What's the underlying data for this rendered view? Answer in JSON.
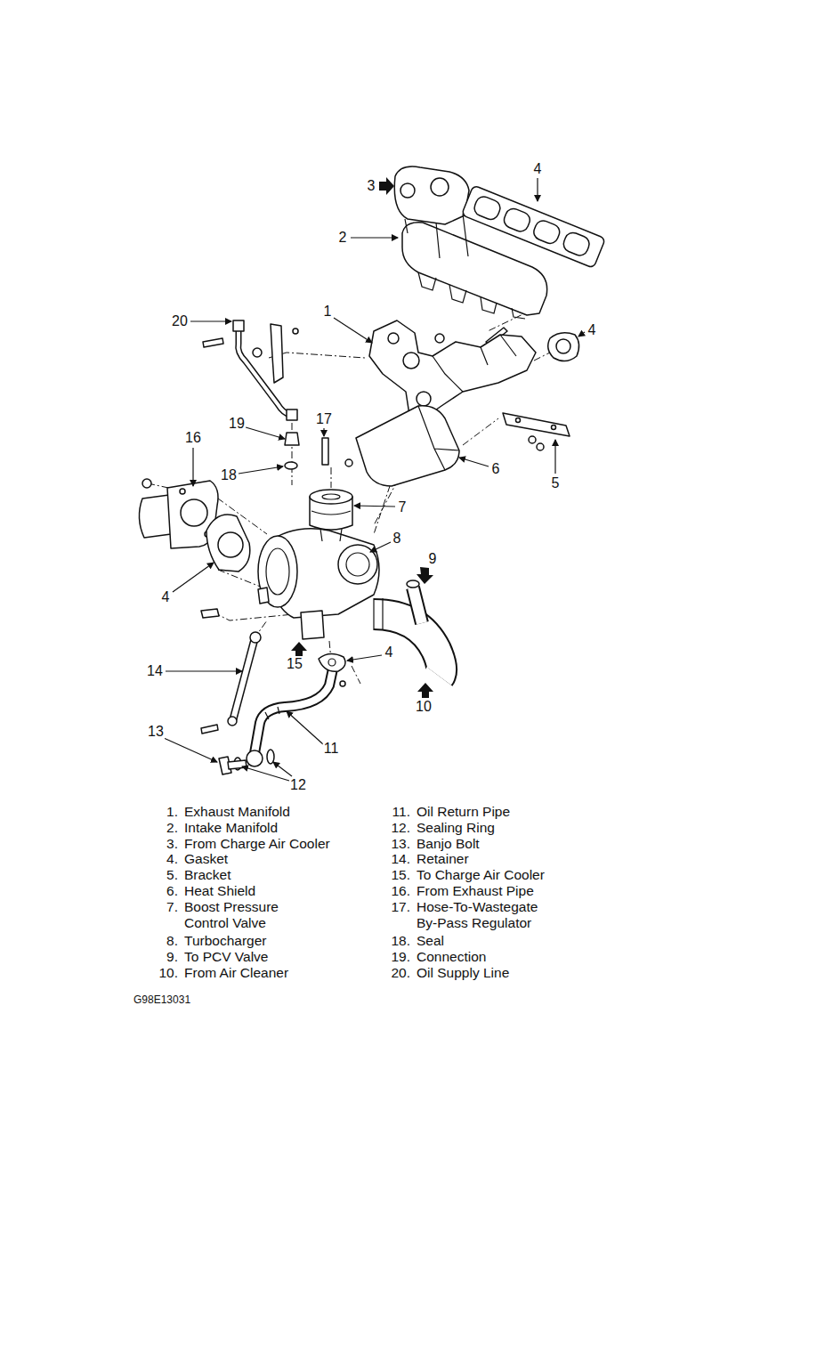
{
  "diagram": {
    "labels": [
      "4",
      "3",
      "2",
      "1",
      "20",
      "4",
      "17",
      "16",
      "19",
      "18",
      "6",
      "5",
      "7",
      "8",
      "9",
      "4",
      "15",
      "4",
      "14",
      "10",
      "13",
      "11",
      "12",
      "1.",
      "Exhaust Manifold",
      "2.",
      "Intake Manifold",
      "3.",
      "From Charge Air Cooler",
      "4.",
      "Gasket",
      "5.",
      "Bracket",
      "6.",
      "Heat Shield",
      "7.",
      "Boost Pressure Control Valve",
      "8.",
      "Turbocharger",
      "9.",
      "To PCV Valve",
      "10.",
      "From Air Cleaner",
      "11.",
      "Oil Return Pipe",
      "12.",
      "Sealing Ring",
      "13.",
      "Banjo Bolt",
      "14.",
      "Retainer",
      "15.",
      "To Charge Air Cooler",
      "16.",
      "From Exhaust Pipe",
      "17.",
      "Hose-To-Wastegate By-Pass Regulator",
      "18.",
      "Seal",
      "19.",
      "Connection",
      "20.",
      "Oil Supply Line",
      "G98E13031"
    ]
  }
}
